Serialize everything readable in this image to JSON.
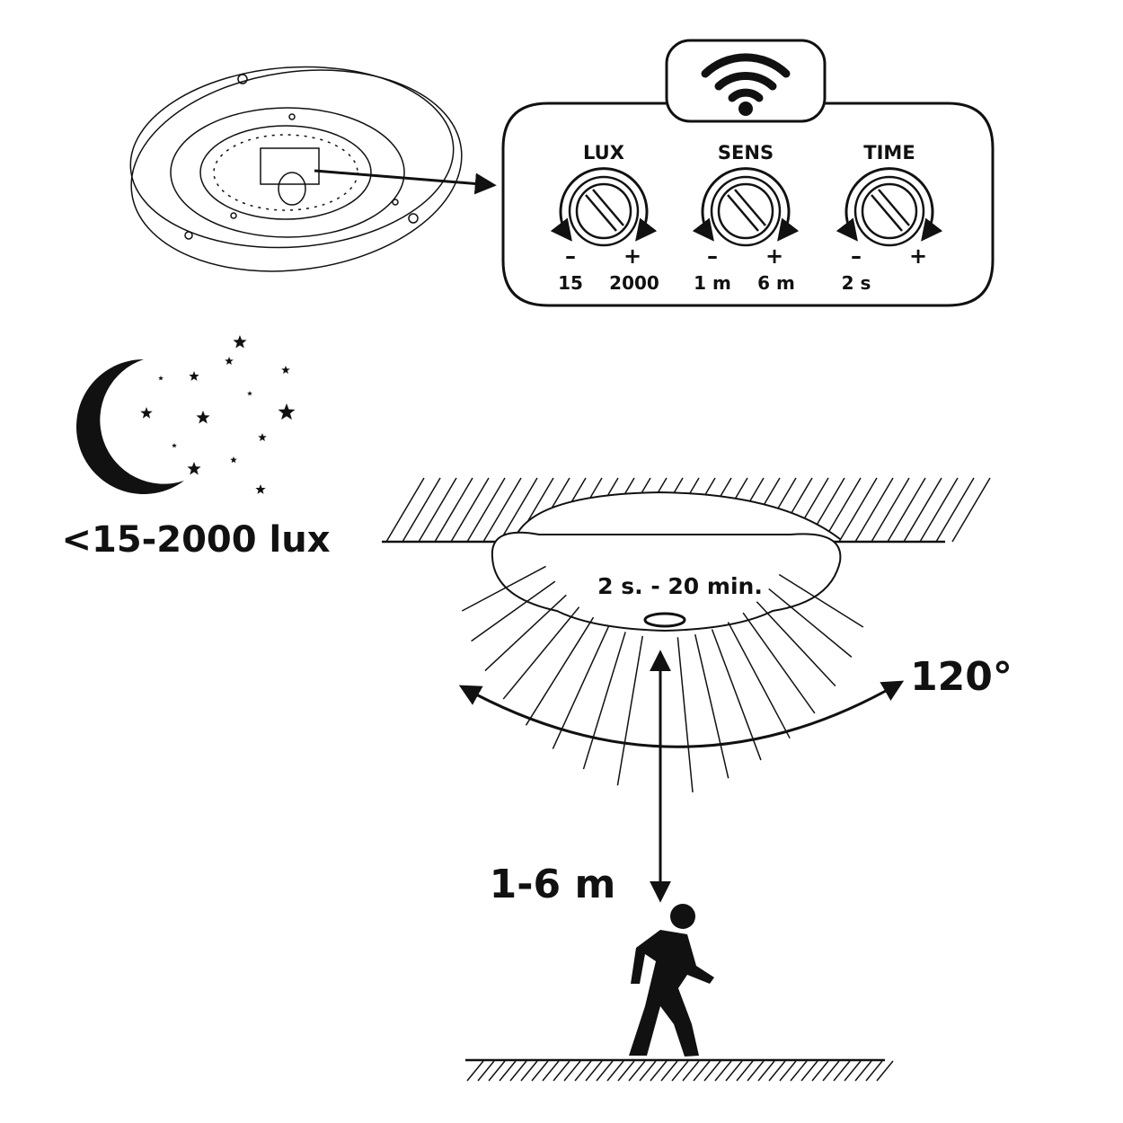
{
  "panel": {
    "knobs": [
      {
        "label": "LUX",
        "minus": "–",
        "plus": "+",
        "min_value": "15",
        "max_value": "2000"
      },
      {
        "label": "SENS",
        "minus": "–",
        "plus": "+",
        "min_value": "1 m",
        "max_value": "6 m"
      },
      {
        "label": "TIME",
        "minus": "–",
        "plus": "+",
        "min_value": "2 s",
        "max_value": ""
      }
    ]
  },
  "icons": [
    "wifi-icon",
    "moon-icon",
    "star-icon",
    "person-walking-icon"
  ],
  "lux_range": "<15-2000 lux",
  "time_range": "2 s. - 20 min.",
  "angle": "120°",
  "distance": "1-6 m",
  "colors": {
    "ink": "#111111",
    "background": "#ffffff"
  }
}
